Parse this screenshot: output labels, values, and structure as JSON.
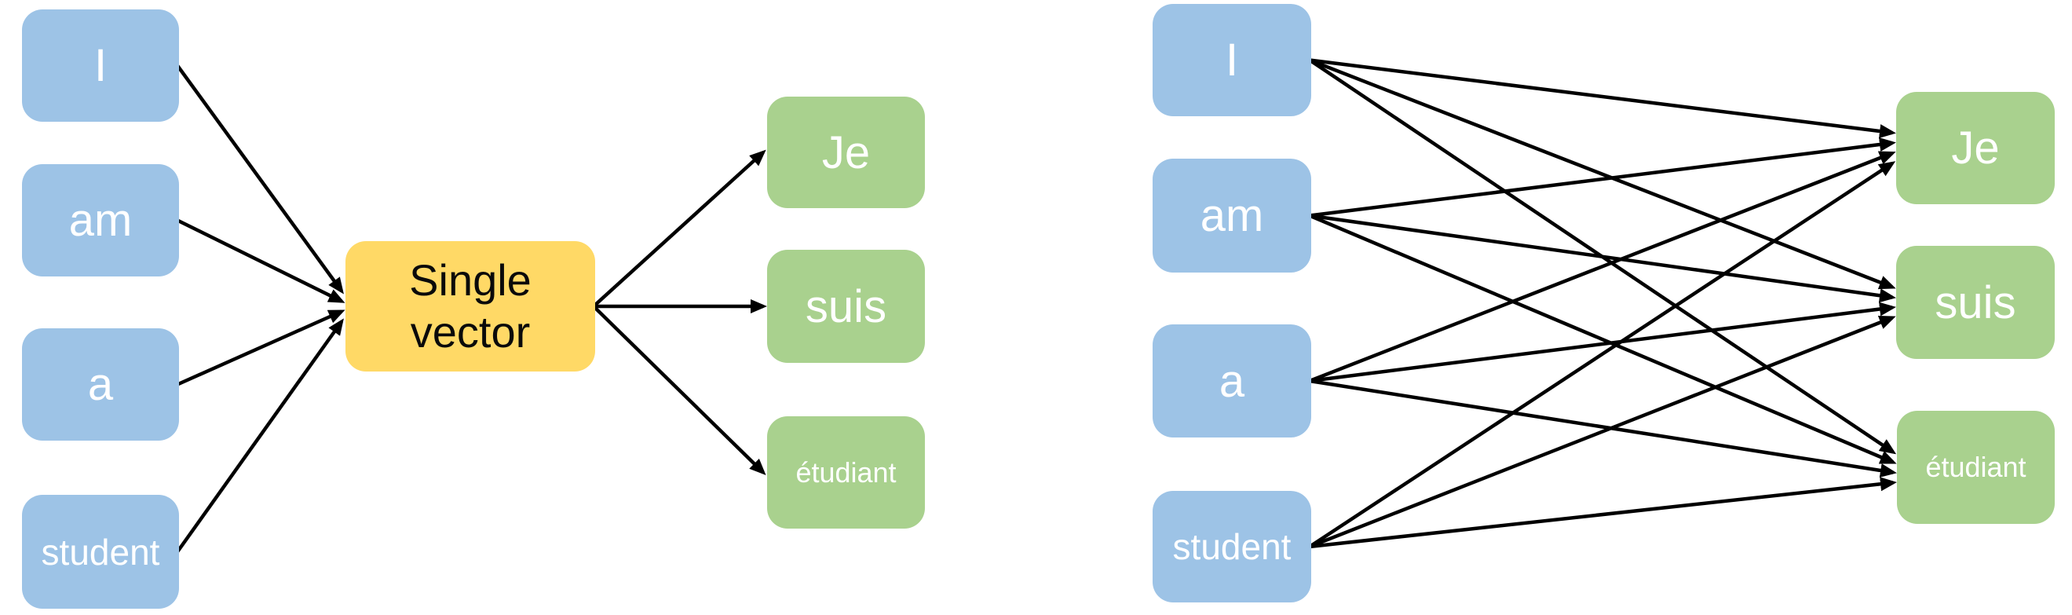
{
  "page": {
    "background": "#ffffff"
  },
  "colors": {
    "source_box_fill": "#9DC3E6",
    "target_box_fill": "#A9D18E",
    "vector_box_fill": "#FFD966",
    "source_text": "#FFFFFF",
    "target_text": "#FFFFFF",
    "vector_text": "#0A0A0A",
    "arrow": "#000000"
  },
  "diagrams": [
    {
      "id": "single-vector-bottleneck",
      "source_words": [
        "I",
        "am",
        "a",
        "student"
      ],
      "vector_label": "Single vector",
      "target_words": [
        "Je",
        "suis",
        "étudiant"
      ],
      "edges": [
        [
          "l-i",
          "l-vector"
        ],
        [
          "l-am",
          "l-vector"
        ],
        [
          "l-a",
          "l-vector"
        ],
        [
          "l-student",
          "l-vector"
        ],
        [
          "l-vector",
          "l-je"
        ],
        [
          "l-vector",
          "l-suis"
        ],
        [
          "l-vector",
          "l-etudiant"
        ]
      ]
    },
    {
      "id": "all-to-all-attention",
      "source_words": [
        "I",
        "am",
        "a",
        "student"
      ],
      "target_words": [
        "Je",
        "suis",
        "étudiant"
      ],
      "edges": [
        [
          "r-i",
          "r-je"
        ],
        [
          "r-i",
          "r-suis"
        ],
        [
          "r-i",
          "r-etudiant"
        ],
        [
          "r-am",
          "r-je"
        ],
        [
          "r-am",
          "r-suis"
        ],
        [
          "r-am",
          "r-etudiant"
        ],
        [
          "r-a",
          "r-je"
        ],
        [
          "r-a",
          "r-suis"
        ],
        [
          "r-a",
          "r-etudiant"
        ],
        [
          "r-student",
          "r-je"
        ],
        [
          "r-student",
          "r-suis"
        ],
        [
          "r-student",
          "r-etudiant"
        ]
      ]
    }
  ]
}
